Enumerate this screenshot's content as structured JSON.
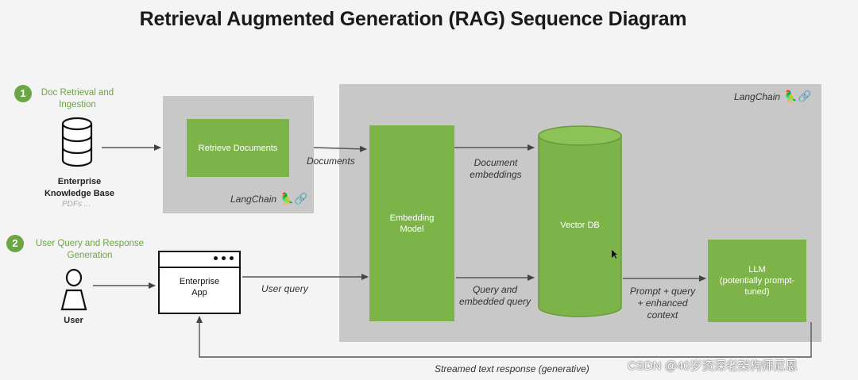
{
  "title": "Retrieval Augmented Generation (RAG) Sequence Diagram",
  "steps": [
    {
      "number": "1",
      "label_line1": "Doc Retrieval and",
      "label_line2": "Ingestion"
    },
    {
      "number": "2",
      "label_line1": "User Query and Response",
      "label_line2": "Generation"
    }
  ],
  "knowledge_base": {
    "line1": "Enterprise",
    "line2": "Knowledge Base",
    "sub": "PDFs ..."
  },
  "user_label": "User",
  "retrieve_box": "Retrieve Documents",
  "langchain": "LangChain",
  "edges": {
    "documents": "Documents",
    "doc_embeddings_line1": "Document",
    "doc_embeddings_line2": "embeddings",
    "user_query": "User query",
    "query_embedded_line1": "Query and",
    "query_embedded_line2": "embedded query",
    "prompt_line1": "Prompt + query",
    "prompt_line2": "+ enhanced",
    "prompt_line3": "context",
    "streamed": "Streamed text response (generative)"
  },
  "embedding_model": {
    "line1": "Embedding",
    "line2": "Model"
  },
  "vector_db": "Vector DB",
  "llm": {
    "line1": "LLM",
    "line2": "(potentially prompt-",
    "line3": "tuned)"
  },
  "enterprise_app": {
    "line1": "Enterprise",
    "line2": "App"
  },
  "watermark": "CSDN @40岁资深老架构师尼恩",
  "colors": {
    "accent_green": "#7db44a",
    "step_green": "#6ba544",
    "panel_gray": "#c8c8c8"
  }
}
